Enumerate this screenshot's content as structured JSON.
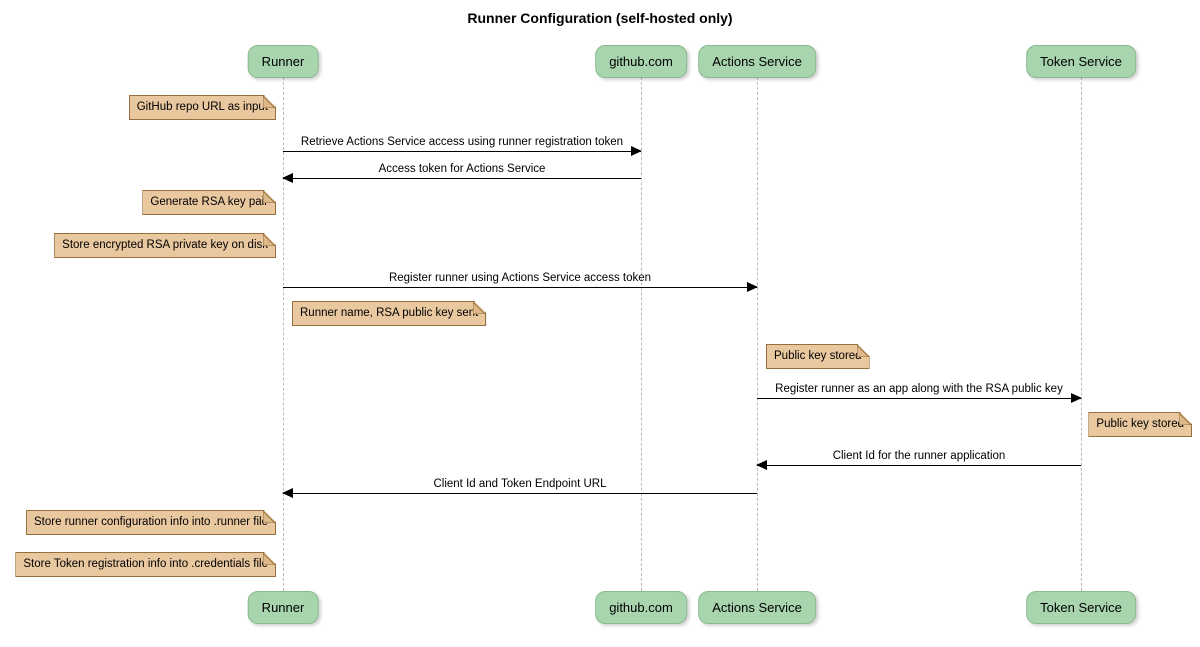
{
  "title": "Runner Configuration (self-hosted only)",
  "colors": {
    "participant_fill": "#A8D5AE",
    "participant_border": "#89BB8F",
    "note_fill": "#E9C8A0",
    "note_border": "#96703F",
    "note_fold": "#DDB98B",
    "lifeline": "#BBBBBB",
    "message_line": "#000000",
    "text": "#000000"
  },
  "participants": [
    {
      "label": "Runner"
    },
    {
      "label": "github.com"
    },
    {
      "label": "Actions Service"
    },
    {
      "label": "Token Service"
    }
  ],
  "messages": [
    {
      "from": "Runner",
      "to": "github.com",
      "direction": "right",
      "label": "Retrieve Actions Service access using runner registration token"
    },
    {
      "from": "github.com",
      "to": "Runner",
      "direction": "left",
      "label": "Access token for Actions Service"
    },
    {
      "from": "Runner",
      "to": "Actions Service",
      "direction": "right",
      "label": "Register runner using Actions Service access token"
    },
    {
      "from": "Actions Service",
      "to": "Token Service",
      "direction": "right",
      "label": "Register runner as an app along with the RSA public key"
    },
    {
      "from": "Token Service",
      "to": "Actions Service",
      "direction": "left",
      "label": "Client Id for the runner application"
    },
    {
      "from": "Actions Service",
      "to": "Runner",
      "direction": "left",
      "label": "Client Id and Token Endpoint URL"
    }
  ],
  "notes": [
    {
      "label": "GitHub repo URL as input",
      "anchor": "left of Runner"
    },
    {
      "label": "Generate RSA key pair",
      "anchor": "left of Runner"
    },
    {
      "label": "Store encrypted RSA private key on disk",
      "anchor": "left of Runner"
    },
    {
      "label": "Runner name, RSA public key sent",
      "anchor": "right of Runner"
    },
    {
      "label": "Public key stored",
      "anchor": "right of Actions Service"
    },
    {
      "label": "Public key stored",
      "anchor": "right of Token Service"
    },
    {
      "label": "Store runner configuration info into .runner file",
      "anchor": "left of Runner"
    },
    {
      "label": "Store Token registration info into .credentials file",
      "anchor": "left of Runner"
    }
  ]
}
